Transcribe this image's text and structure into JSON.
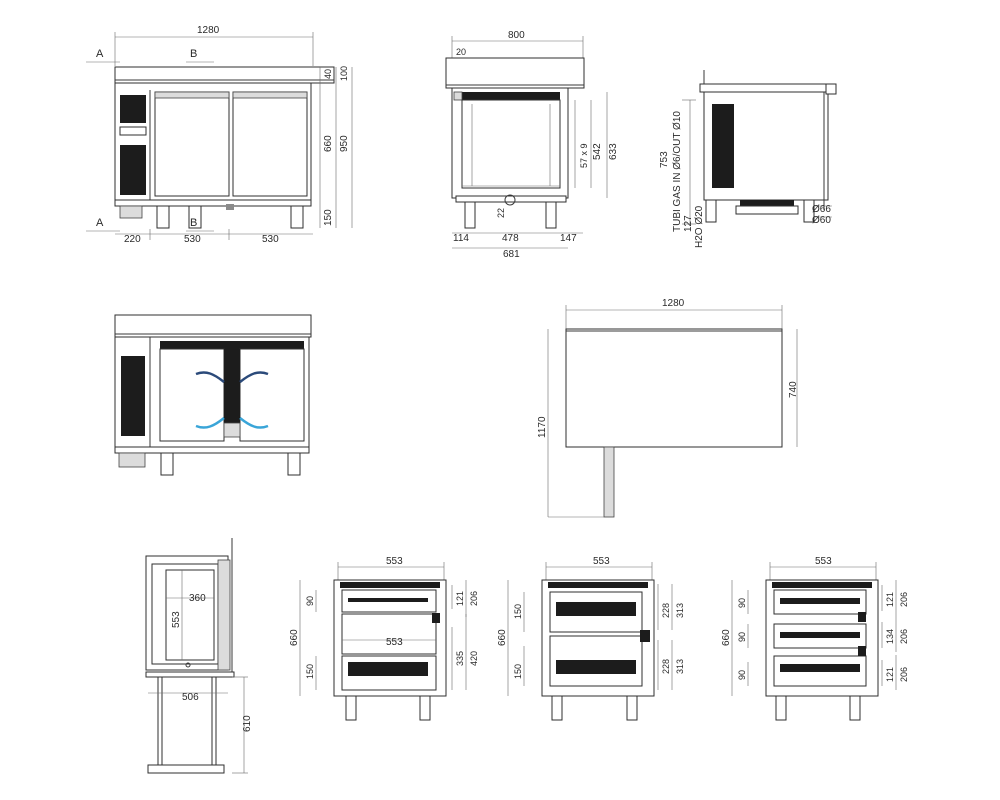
{
  "front": {
    "w": "1280",
    "left": "220",
    "d1": "530",
    "d2": "530",
    "h_top": "40",
    "h_top2": "100",
    "h_body": "660",
    "h_total": "950",
    "h_legs": "150",
    "sec_a": "A",
    "sec_a2": "A",
    "sec_b": "B",
    "sec_b2": "B"
  },
  "side": {
    "w": "800",
    "off": "20",
    "h1": "542",
    "h2": "633",
    "shelves": "57 x 9",
    "leg": "22",
    "b1": "114",
    "b2": "478",
    "b3": "147",
    "depth": "681"
  },
  "rear": {
    "height": "753",
    "gas": "TUBI GAS IN Ø6/OUT Ø10",
    "h2o_a": "127",
    "h2o_b": "H2O Ø20",
    "d66": "Ø66",
    "d60": "Ø60"
  },
  "plan": {
    "w": "1280",
    "d": "740",
    "open": "1170"
  },
  "drawer_side": {
    "w": "360",
    "h": "553",
    "ext": "506",
    "leg": "610"
  },
  "var1": {
    "top": "553",
    "mid": "553",
    "h": "660",
    "a": "90",
    "b": "150",
    "r1": "121",
    "r2": "206",
    "r3": "335",
    "r4": "420"
  },
  "var2": {
    "top": "553",
    "h": "660",
    "a": "150",
    "b": "150",
    "r1": "228",
    "r2": "313",
    "r3": "228",
    "r4": "313"
  },
  "var3": {
    "top": "553",
    "h": "660",
    "a": "90",
    "b": "90",
    "c": "90",
    "r1": "121",
    "r2": "206",
    "r3": "134",
    "r4": "206",
    "r5": "121",
    "r6": "206"
  }
}
